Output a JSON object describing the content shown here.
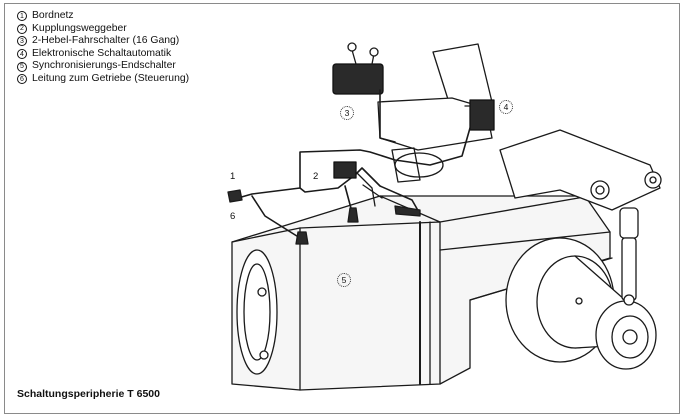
{
  "legend": [
    {
      "num": "1",
      "label": "Bordnetz"
    },
    {
      "num": "2",
      "label": "Kupplungsweggeber"
    },
    {
      "num": "3",
      "label": "2-Hebel-Fahrschalter (16 Gang)"
    },
    {
      "num": "4",
      "label": "Elektronische Schaltautomatik"
    },
    {
      "num": "5",
      "label": "Synchronisierungs-Endschalter"
    },
    {
      "num": "6",
      "label": "Leitung zum Getriebe (Steuerung)"
    }
  ],
  "callouts": {
    "c1": "1",
    "c2": "2",
    "c3": "3",
    "c4": "4",
    "c5": "5",
    "c6": "6"
  },
  "caption": "Schaltungsperipherie T 6500"
}
